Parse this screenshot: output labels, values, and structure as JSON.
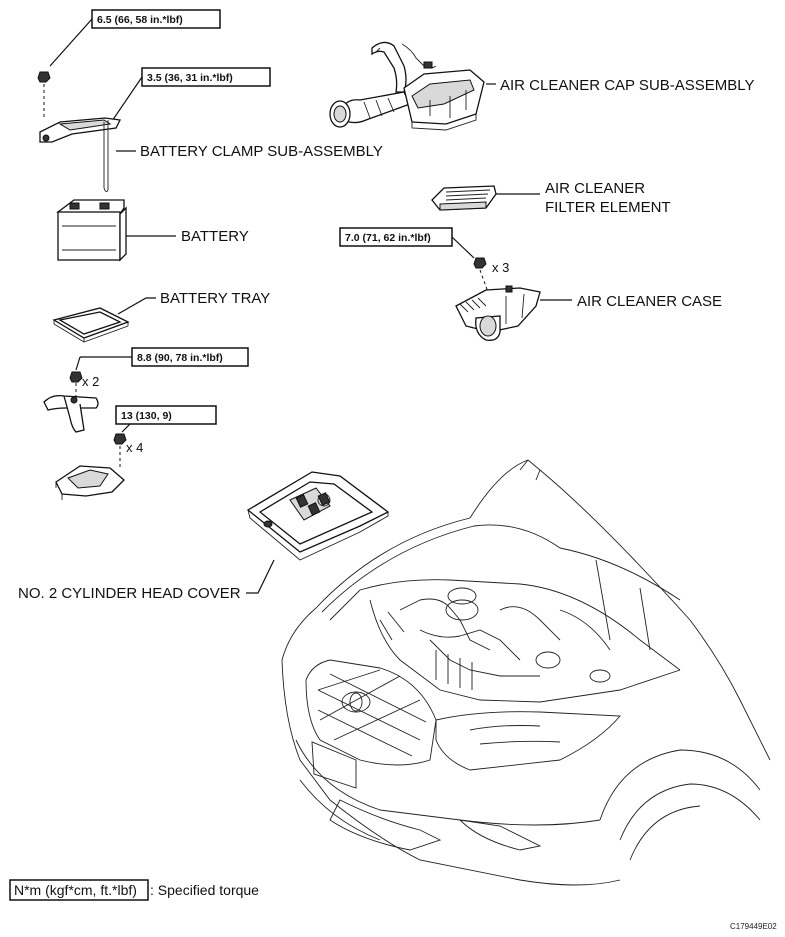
{
  "labels": {
    "air_cleaner_cap": "AIR CLEANER CAP SUB-ASSEMBLY",
    "battery_clamp": "BATTERY CLAMP SUB-ASSEMBLY",
    "air_cleaner_filter_line1": "AIR CLEANER",
    "air_cleaner_filter_line2": "FILTER ELEMENT",
    "battery": "BATTERY",
    "air_cleaner_case": "AIR CLEANER CASE",
    "battery_tray": "BATTERY TRAY",
    "cylinder_head_cover": "NO. 2 CYLINDER HEAD COVER"
  },
  "torques": {
    "clamp_bolt": "6.5 (66, 58 in.*lbf)",
    "clamp_nut": "3.5 (36, 31 in.*lbf)",
    "case_bolt": "7.0 (71, 62 in.*lbf)",
    "tray_bolt": "8.8 (90, 78 in.*lbf)",
    "bracket_bolt": "13 (130, 9)"
  },
  "quantities": {
    "case_bolt": "x 3",
    "tray_bolt": "x 2",
    "bracket_bolt": "x 4"
  },
  "legend": {
    "unit": "N*m (kgf*cm, ft.*lbf)",
    "text": ": Specified torque"
  },
  "figure_code": "C179449E02"
}
